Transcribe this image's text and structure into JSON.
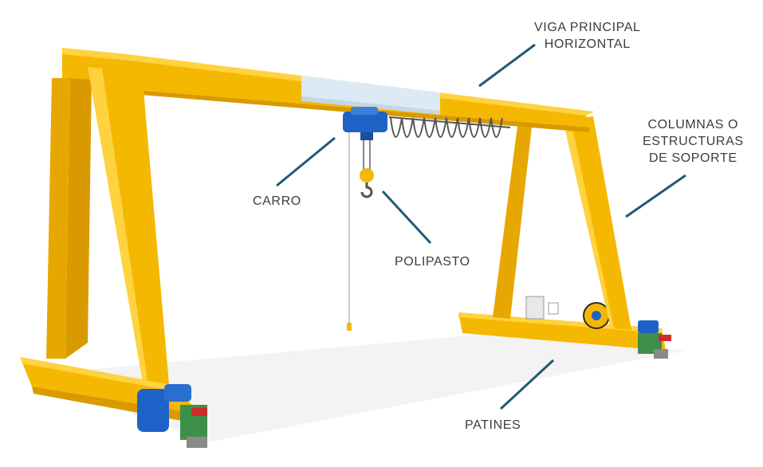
{
  "labels": {
    "viga": {
      "line1": "VIGA PRINCIPAL",
      "line2": "HORIZONTAL"
    },
    "columnas": {
      "line1": "COLUMNAS O",
      "line2": "ESTRUCTURAS",
      "line3": "DE SOPORTE"
    },
    "carro": "CARRO",
    "polipasto": "POLIPASTO",
    "patines": "PATINES"
  },
  "colors": {
    "frame": "#f5b800",
    "frame_light": "#ffd23f",
    "frame_dark": "#d99a00",
    "beam_highlight": "#dbeaf4",
    "hoist_blue": "#1d63c7",
    "leader": "#1f5a73",
    "motor_green": "#3e8f4a",
    "buffer_red": "#cf2b2b"
  }
}
